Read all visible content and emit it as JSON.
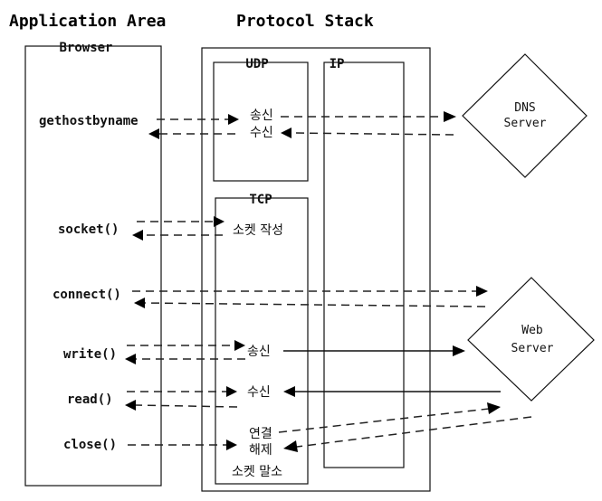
{
  "headings": {
    "application_area": "Application Area",
    "protocol_stack": "Protocol Stack"
  },
  "boxes": {
    "browser": "Browser",
    "udp": "UDP",
    "ip": "IP",
    "tcp": "TCP"
  },
  "servers": {
    "dns": [
      "DNS",
      "Server"
    ],
    "web": [
      "Web",
      "Server"
    ]
  },
  "app_calls": {
    "gethostbyname": "gethostbyname",
    "socket": "socket()",
    "connect": "connect()",
    "write": "write()",
    "read": "read()",
    "close": "close()"
  },
  "udp_labels": {
    "send": "송신",
    "receive": "수신"
  },
  "tcp_labels": {
    "create_socket": "소켓 작성",
    "send": "송신",
    "receive": "수신",
    "disconnect_line1": "연결",
    "disconnect_line2": "해제",
    "destroy_socket": "소켓 말소"
  },
  "arrows": [
    {
      "name": "gethostbyname-to-udp-send",
      "from": "gethostbyname",
      "to": "udp.send",
      "style": "dashed"
    },
    {
      "name": "udp-receive-to-gethostbyname",
      "from": "udp.receive",
      "to": "gethostbyname",
      "style": "dashed"
    },
    {
      "name": "udp-send-to-dns",
      "from": "udp.send",
      "to": "dns",
      "style": "dashed"
    },
    {
      "name": "dns-to-udp-receive",
      "from": "dns",
      "to": "udp.receive",
      "style": "dashed"
    },
    {
      "name": "socket-to-create",
      "from": "socket()",
      "to": "tcp.create_socket",
      "style": "dashed"
    },
    {
      "name": "create-to-socket",
      "from": "tcp.create_socket",
      "to": "socket()",
      "style": "dashed"
    },
    {
      "name": "connect-to-web",
      "from": "connect()",
      "to": "web",
      "style": "dashed"
    },
    {
      "name": "web-to-connect",
      "from": "web",
      "to": "connect()",
      "style": "dashed"
    },
    {
      "name": "write-to-tcp-send",
      "from": "write()",
      "to": "tcp.send",
      "style": "dashed"
    },
    {
      "name": "tcp-send-to-write",
      "from": "tcp.send",
      "to": "write()",
      "style": "dashed"
    },
    {
      "name": "tcp-send-to-web",
      "from": "tcp.send",
      "to": "web",
      "style": "solid"
    },
    {
      "name": "read-to-tcp-receive",
      "from": "read()",
      "to": "tcp.receive",
      "style": "dashed"
    },
    {
      "name": "tcp-receive-to-read",
      "from": "tcp.receive",
      "to": "read()",
      "style": "dashed"
    },
    {
      "name": "web-to-tcp-receive",
      "from": "web",
      "to": "tcp.receive",
      "style": "solid"
    },
    {
      "name": "close-to-disconnect",
      "from": "close()",
      "to": "tcp.disconnect",
      "style": "dashed"
    },
    {
      "name": "disconnect-to-web",
      "from": "tcp.disconnect",
      "to": "web",
      "style": "dashed"
    },
    {
      "name": "web-to-disconnect",
      "from": "web",
      "to": "tcp.disconnect",
      "style": "dashed"
    }
  ]
}
